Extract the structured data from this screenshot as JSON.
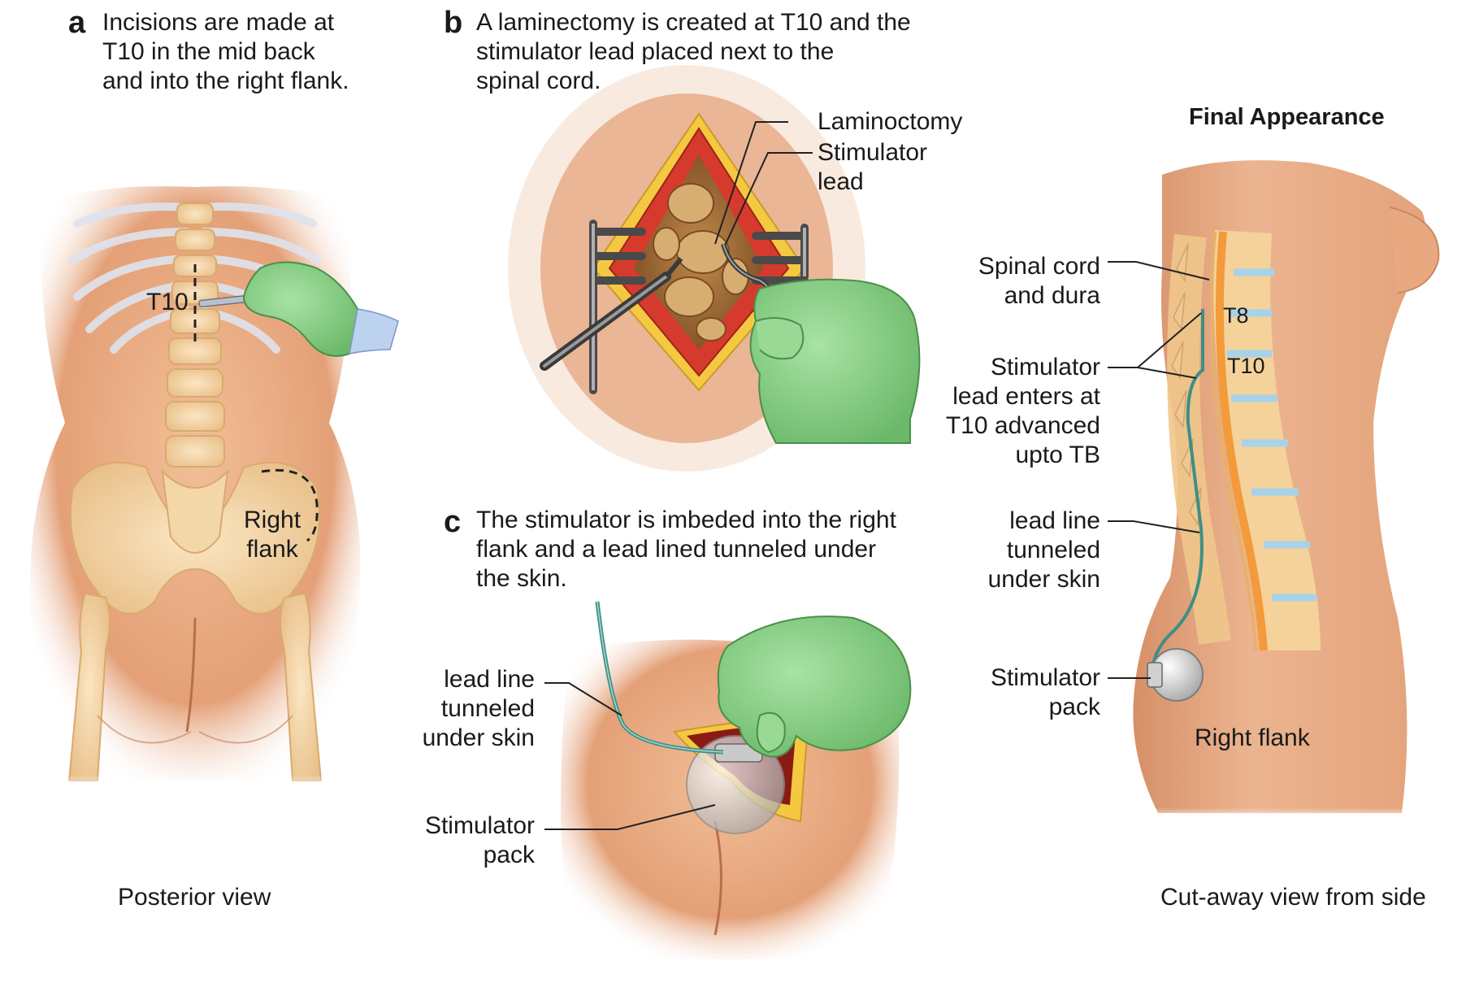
{
  "panel_a": {
    "letter": "a",
    "caption": [
      "Incisions are made at",
      "T10 in the mid back",
      "and into the right flank."
    ],
    "t10_label": "T10",
    "right_flank_label": [
      "Right",
      "flank"
    ],
    "view_caption": "Posterior view"
  },
  "panel_b": {
    "letter": "b",
    "caption": [
      "A laminectomy is created at T10 and the",
      "stimulator lead placed next to the",
      "spinal cord."
    ],
    "laminectomy_label": "Laminoctomy",
    "lead_label": [
      "Stimulator",
      "lead"
    ]
  },
  "panel_c": {
    "letter": "c",
    "caption": [
      "The stimulator is imbeded into the right",
      "flank and a lead lined tunneled under",
      "the skin."
    ],
    "lead_line_label": [
      "lead line",
      "tunneled",
      "under skin"
    ],
    "pack_label": [
      "Stimulator",
      "pack"
    ]
  },
  "panel_final": {
    "title": "Final Appearance",
    "spinal_cord_label": [
      "Spinal cord",
      "and dura"
    ],
    "lead_enters_label": [
      "Stimulator",
      "lead enters at",
      "T10 advanced",
      "upto TB"
    ],
    "t8_label": "T8",
    "t10_label": "T10",
    "lead_line_label": [
      "lead line",
      "tunneled",
      "under skin"
    ],
    "pack_label": [
      "Stimulator",
      "pack"
    ],
    "right_flank_label": "Right flank",
    "view_caption": "Cut-away view from side"
  },
  "colors": {
    "skin": "#e7a77f",
    "skin_dark": "#c97f56",
    "bone": "#f2d3a4",
    "glove": "#8fd08c",
    "muscle": "#d63a2c",
    "fat": "#f5c842",
    "lead": "#3e8f85"
  }
}
